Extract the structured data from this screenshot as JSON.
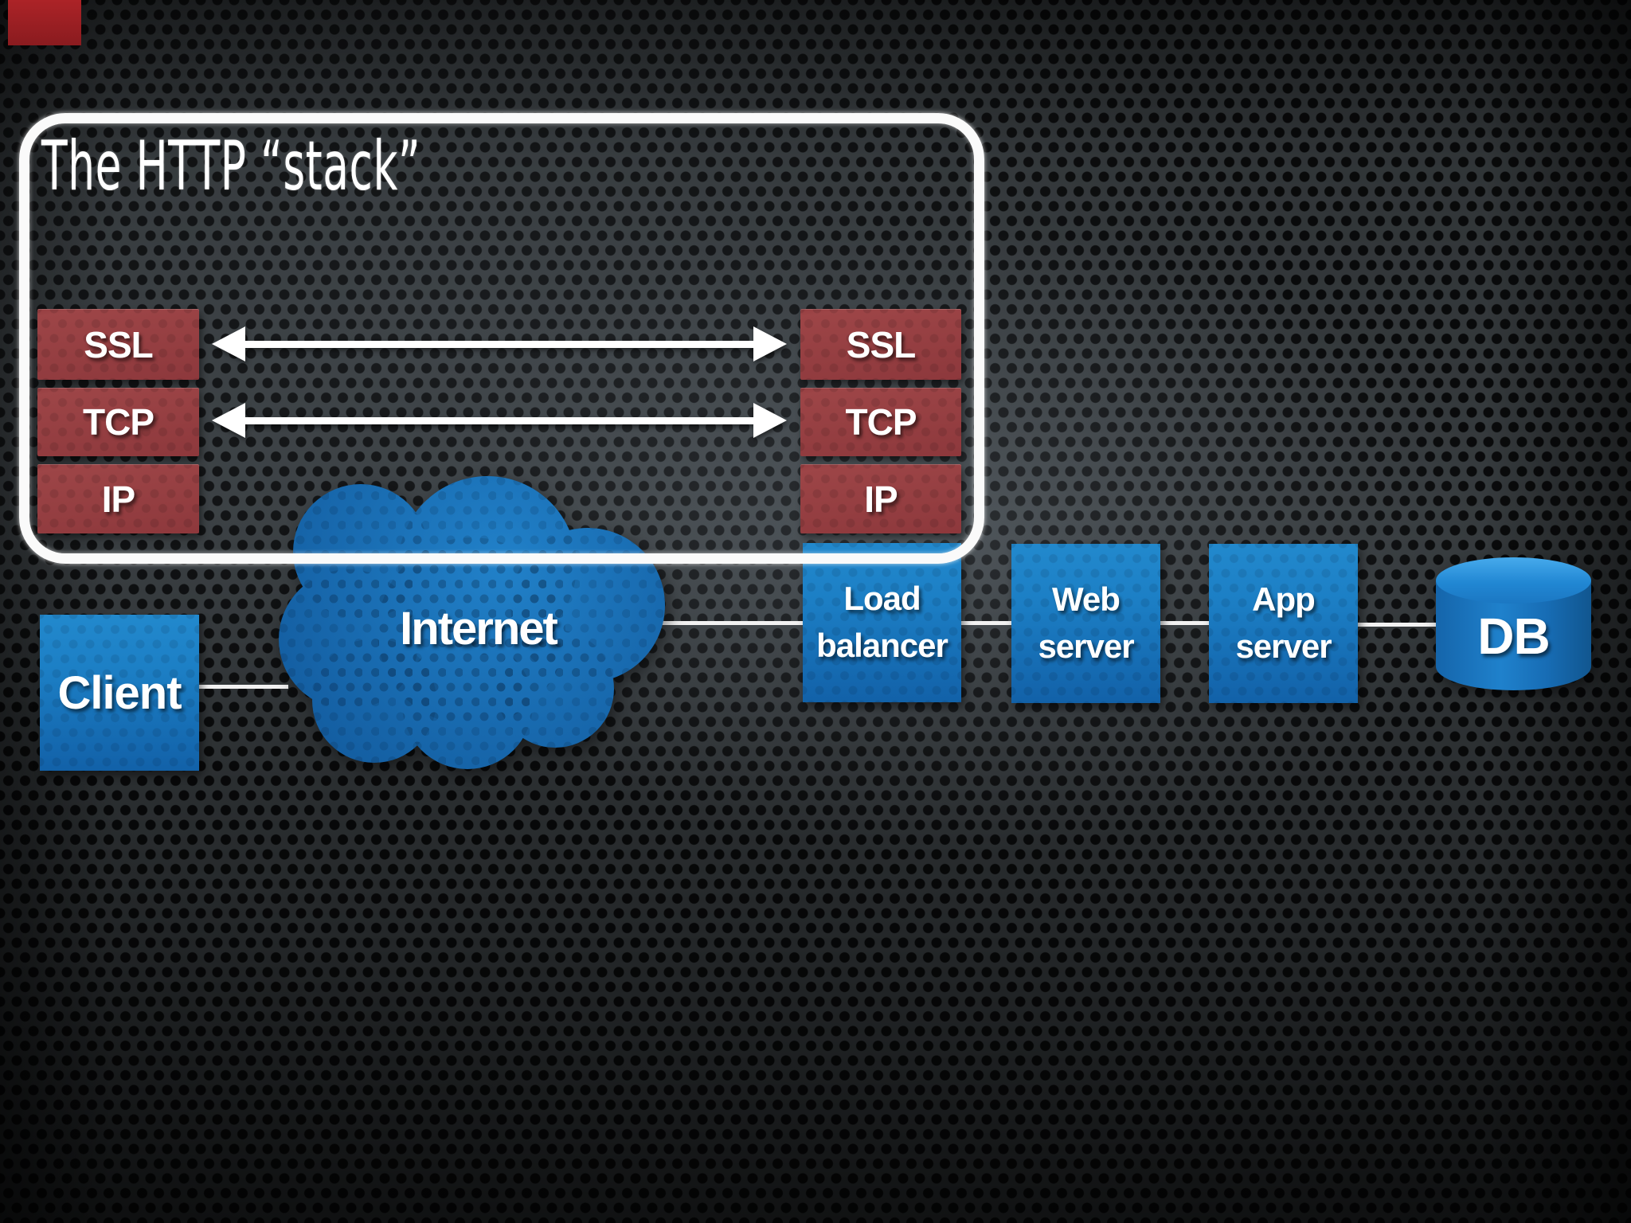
{
  "slide": {
    "title": "The HTTP “stack”",
    "panel": {
      "client_stack": {
        "layers": [
          {
            "label": "SSL"
          },
          {
            "label": "TCP"
          },
          {
            "label": "IP"
          }
        ]
      },
      "server_stack": {
        "layers": [
          {
            "label": "SSL"
          },
          {
            "label": "TCP"
          },
          {
            "label": "IP"
          }
        ]
      },
      "arrows": [
        {
          "layer": "SSL",
          "type": "double-headed"
        },
        {
          "layer": "TCP",
          "type": "double-headed"
        }
      ]
    },
    "flow": {
      "client": {
        "label": "Client"
      },
      "internet": {
        "label": "Internet"
      },
      "load_balancer": {
        "line1": "Load",
        "line2": "balancer"
      },
      "web_server": {
        "line1": "Web",
        "line2": "server"
      },
      "app_server": {
        "line1": "App",
        "line2": "server"
      },
      "db": {
        "label": "DB"
      },
      "connections": [
        "Client—Internet",
        "Internet—Load balancer",
        "Load balancer—Web server",
        "Web server—App server",
        "App server—DB"
      ]
    },
    "colors": {
      "background_metal": "#383d40",
      "hole_black": "#0a0b0c",
      "layer_box_red": "#943d40",
      "node_box_blue_top": "#2289cd",
      "node_box_blue_bottom": "#1261a8",
      "cloud_blue": "#1a6db6",
      "chalk_white": "#fafafa",
      "corner_red": "#9b2125"
    }
  }
}
